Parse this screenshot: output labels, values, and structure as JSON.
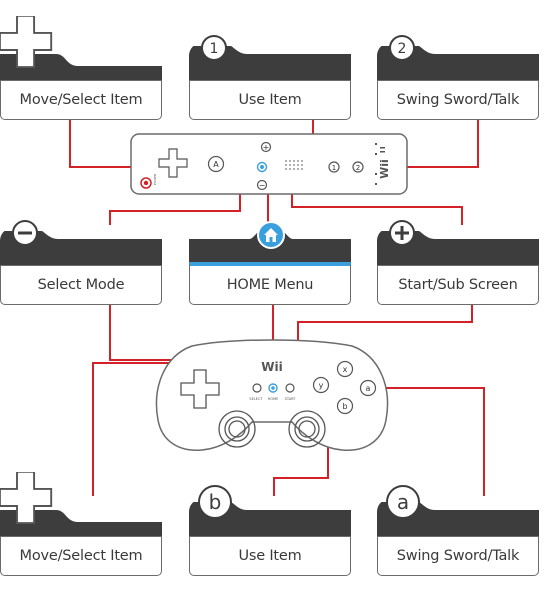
{
  "wiimote": {
    "power_label": "POWER",
    "a_label": "A",
    "minus_label": "−",
    "home_symbol": "⌂",
    "plus_label": "+",
    "one_label": "1",
    "two_label": "2",
    "logo": "Wii"
  },
  "classic": {
    "logo": "Wii",
    "select_label": "SELECT",
    "home_label": "HOME",
    "start_label": "START",
    "x_label": "x",
    "y_label": "y",
    "a_label": "a",
    "b_label": "b"
  },
  "cards": {
    "top_left": {
      "badge": "dpad",
      "label": "Move/Select Item"
    },
    "top_center": {
      "badge": "1",
      "label": "Use Item"
    },
    "top_right": {
      "badge": "2",
      "label": "Swing Sword/Talk"
    },
    "mid_left": {
      "badge": "minus",
      "label": "Select Mode"
    },
    "mid_center": {
      "badge": "home",
      "label": "HOME Menu"
    },
    "mid_right": {
      "badge": "plus",
      "label": "Start/Sub Screen"
    },
    "bot_left": {
      "badge": "dpad",
      "label": "Move/Select Item"
    },
    "bot_center": {
      "badge": "b",
      "label": "Use Item"
    },
    "bot_right": {
      "badge": "a",
      "label": "Swing Sword/Talk"
    }
  },
  "colors": {
    "line": "#d42027",
    "tab": "#3d3d3d",
    "home_accent": "#3aa0dd",
    "frame": "#6b6b6b"
  }
}
